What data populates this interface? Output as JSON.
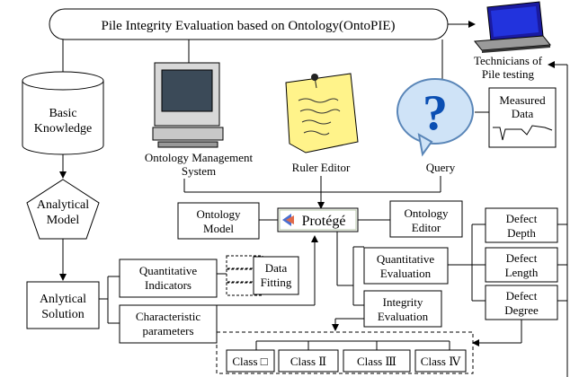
{
  "title": "Pile Integrity Evaluation based on Ontology(OntoPIE)",
  "technicians": [
    "Technicians of",
    "Pile testing"
  ],
  "basic_knowledge": [
    "Basic",
    "Knowledge"
  ],
  "analytical_model": [
    "Analytical",
    "Model"
  ],
  "anlytical_solution": [
    "Anlytical",
    "Solution"
  ],
  "oms": [
    "Ontology Management",
    "System"
  ],
  "ruler_editor": "Ruler Editor",
  "query": "Query",
  "measured_data": [
    "Measured",
    "Data"
  ],
  "ontology_model": [
    "Ontology",
    "Model"
  ],
  "protege": "Protégé",
  "ontology_editor": [
    "Ontology",
    "Editor"
  ],
  "quantitative_indicators": [
    "Quantitative",
    "Indicators"
  ],
  "characteristic_parameters": [
    "Characteristic",
    "parameters"
  ],
  "data_fitting": [
    "Data",
    "Fitting"
  ],
  "quantitative_evaluation": [
    "Quantitative",
    "Evaluation"
  ],
  "integrity_evaluation": [
    "Integrity",
    "Evaluation"
  ],
  "defect_depth": [
    "Defect",
    "Depth"
  ],
  "defect_length": [
    "Defect",
    "Length"
  ],
  "defect_degree": [
    "Defect",
    "Degree"
  ],
  "classes": [
    "Class □",
    "Class Ⅱ",
    "Class Ⅲ",
    "Class Ⅳ"
  ]
}
